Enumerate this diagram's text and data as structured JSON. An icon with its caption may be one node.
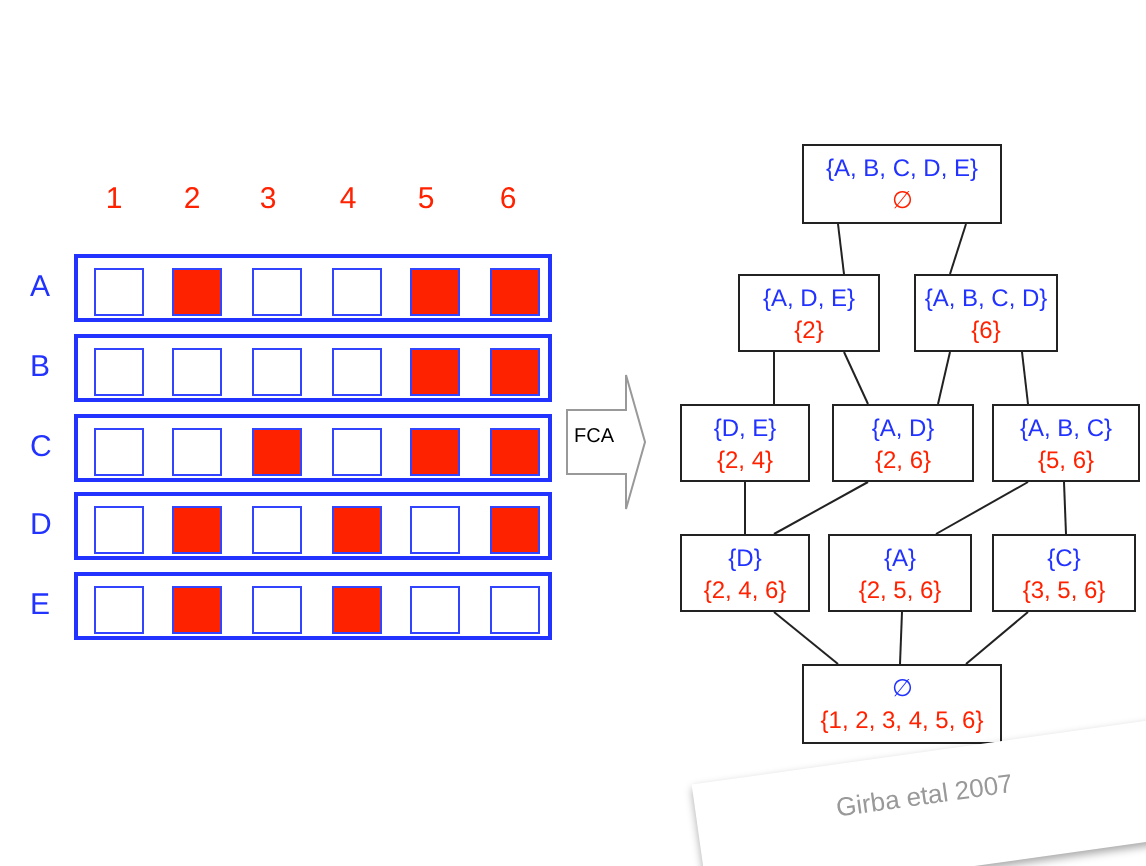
{
  "diagram": {
    "nodes": [
      {
        "text": [],
        "shape": "bar"
      },
      {
        "text": [],
        "shape": "box",
        "in": 0
      },
      {
        "text": [],
        "shape": "square",
        "in": 0
      },
      {
        "text": [],
        "shape": "box",
        "in": 0
      },
      {
        "text": [],
        "shape": "box",
        "in": 0
      },
      {
        "text": [],
        "shape": "square",
        "in": 0
      },
      {
        "text": [],
        "shape": "square",
        "in": 0
      },
      {
        "text": [],
        "shape": "bar"
      },
      {
        "text": [],
        "shape": "box",
        "in": 7
      },
      {
        "text": [],
        "shape": "box",
        "in": 7
      },
      {
        "text": [],
        "shape": "box",
        "in": 7
      },
      {
        "text": [],
        "shape": "box",
        "in": 7
      },
      {
        "text": [],
        "shape": "square",
        "in": 7
      },
      {
        "text": [],
        "shape": "square",
        "in": 7
      },
      {
        "text": [],
        "shape": "bar"
      },
      {
        "text": [],
        "shape": "box",
        "in": 14
      },
      {
        "text": [],
        "shape": "box",
        "in": 14
      },
      {
        "text": [],
        "shape": "square",
        "in": 14
      },
      {
        "text": [],
        "shape": "box",
        "in": 14
      },
      {
        "text": [],
        "shape": "square",
        "in": 14
      },
      {
        "text": [],
        "shape": "square",
        "in": 14
      },
      {
        "text": [],
        "shape": "bar"
      },
      {
        "text": [],
        "shape": "box",
        "in": 21
      },
      {
        "text": [],
        "shape": "square",
        "in": 21
      },
      {
        "text": [],
        "shape": "box",
        "in": 21
      },
      {
        "text": [],
        "shape": "square",
        "in": 21
      },
      {
        "text": [],
        "shape": "box",
        "in": 21
      },
      {
        "text": [],
        "shape": "square",
        "in": 21
      },
      {
        "text": [],
        "shape": "bar"
      },
      {
        "text": [],
        "shape": "box",
        "in": 28
      },
      {
        "text": [],
        "shape": "square",
        "in": 28
      },
      {
        "text": [],
        "shape": "box",
        "in": 28
      },
      {
        "text": [],
        "shape": "square",
        "in": 28
      },
      {
        "text": [],
        "shape": "box",
        "in": 28
      },
      {
        "text": [],
        "shape": "box",
        "in": 28
      },
      {
        "text": [
          "FCA"
        ]
      },
      {
        "text": [
          "{A, B, C, D, E}",
          "∅"
        ]
      },
      {
        "text": [
          "{A, D, E}",
          "{2}"
        ]
      },
      {
        "text": [
          "{A, B, C, D}",
          "{6}"
        ]
      },
      {
        "text": [
          "{D, E}",
          "{2, 4}"
        ]
      },
      {
        "text": [
          "{A, D}",
          "{2, 6}"
        ]
      },
      {
        "text": [
          "{A, B, C}",
          "{5, 6}"
        ]
      },
      {
        "text": [
          "{D}",
          "{2, 4, 6}"
        ]
      },
      {
        "text": [
          "{A}",
          "{2, 5, 6}"
        ]
      },
      {
        "text": [
          "{C}",
          "{3, 5, 6}"
        ]
      },
      {
        "text": [
          "∅",
          "{1, 2, 3, 4, 5, 6}"
        ]
      }
    ],
    "edges": [
      {
        "from": 36,
        "to": 37,
        "arrow": "none"
      },
      {
        "from": 36,
        "to": 38,
        "arrow": "none"
      },
      {
        "from": 37,
        "to": 39,
        "arrow": "none"
      },
      {
        "from": 37,
        "to": 40,
        "arrow": "none"
      },
      {
        "from": 38,
        "to": 40,
        "arrow": "none"
      },
      {
        "from": 38,
        "to": 41,
        "arrow": "none"
      },
      {
        "from": 39,
        "to": 42,
        "arrow": "none"
      },
      {
        "from": 40,
        "to": 42,
        "arrow": "none"
      },
      {
        "from": 41,
        "to": 43,
        "arrow": "none"
      },
      {
        "from": 41,
        "to": 44,
        "arrow": "none"
      },
      {
        "from": 42,
        "to": 45,
        "arrow": "none"
      },
      {
        "from": 43,
        "to": 45,
        "arrow": "none"
      },
      {
        "from": 44,
        "to": 45,
        "arrow": "none"
      }
    ],
    "labels": [
      "1",
      "2",
      "3",
      "4",
      "5",
      "6",
      "A",
      "B",
      "C",
      "D",
      "E",
      "Girba etal 2007"
    ]
  }
}
